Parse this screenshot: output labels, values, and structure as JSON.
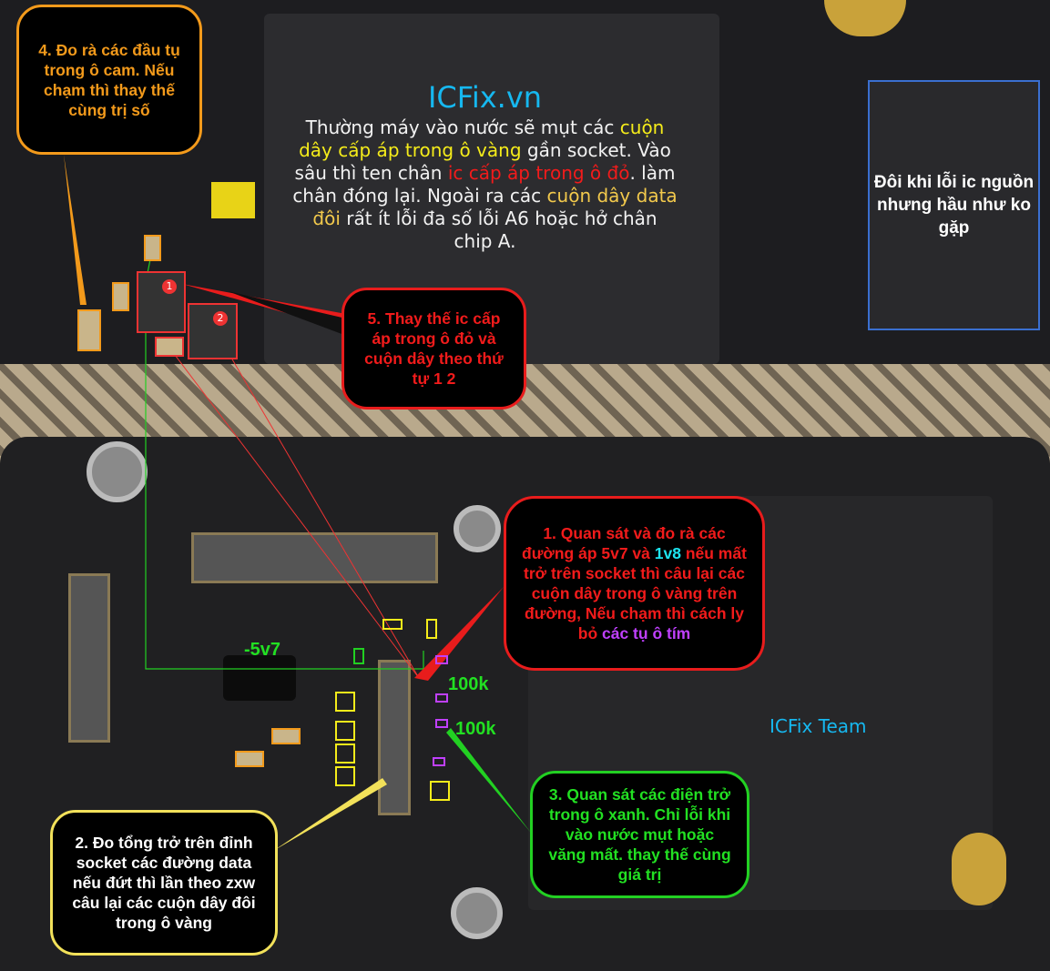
{
  "brand_top": "ICFix.vn",
  "brand_bottom": "ICFix Team",
  "center_note": {
    "p1": "Thường máy vào nước sẽ mụt các ",
    "p2": "cuộn dây cấp áp trong ô vàng",
    "p3": " gần socket. Vào sâu thì ten chân ",
    "p4": "ic cấp áp trong ô đỏ",
    "p5": ". làm chân đóng lại. Ngoài ra các ",
    "p6": "cuộn dây data đôi",
    "p7": " rất ít lỗi đa số lỗi A6 hoặc hở chân chip A."
  },
  "right_note": "Đôi khi lỗi ic nguồn nhưng hầu như ko gặp",
  "note4": "4. Đo rà các đầu tụ trong ô cam. Nếu chạm thì thay thế cùng trị số",
  "note5": "5. Thay thế ic cấp áp trong ô đỏ và cuộn dây theo thứ tự 1 2",
  "note1": {
    "a": "1. Quan sát và đo rà các đường áp 5v7 và ",
    "b": "1v8",
    "c": " nếu mất trở trên socket thì câu lại các cuộn dây trong ô vàng trên đường, Nếu chạm thì cách ly bỏ ",
    "d": "các tụ ô tím"
  },
  "note2": "2. Đo tổng trở trên đỉnh socket các đường data nếu đứt thì lần theo zxw câu lại các cuộn dây đôi trong ô vàng",
  "note3": "3. Quan sát các điện trở trong ô xanh. Chỉ lỗi khi vào nước mụt hoặc văng mất. thay thế cùng giá trị",
  "labels": {
    "v57": "-5v7",
    "r1": "100k",
    "r2": "100k",
    "n1": "1",
    "n2": "2"
  },
  "colors": {
    "orange": "#f39a1b",
    "red": "#e81c1c",
    "green": "#22d022",
    "yellow": "#f2e15a",
    "blue": "#16b8f0"
  }
}
